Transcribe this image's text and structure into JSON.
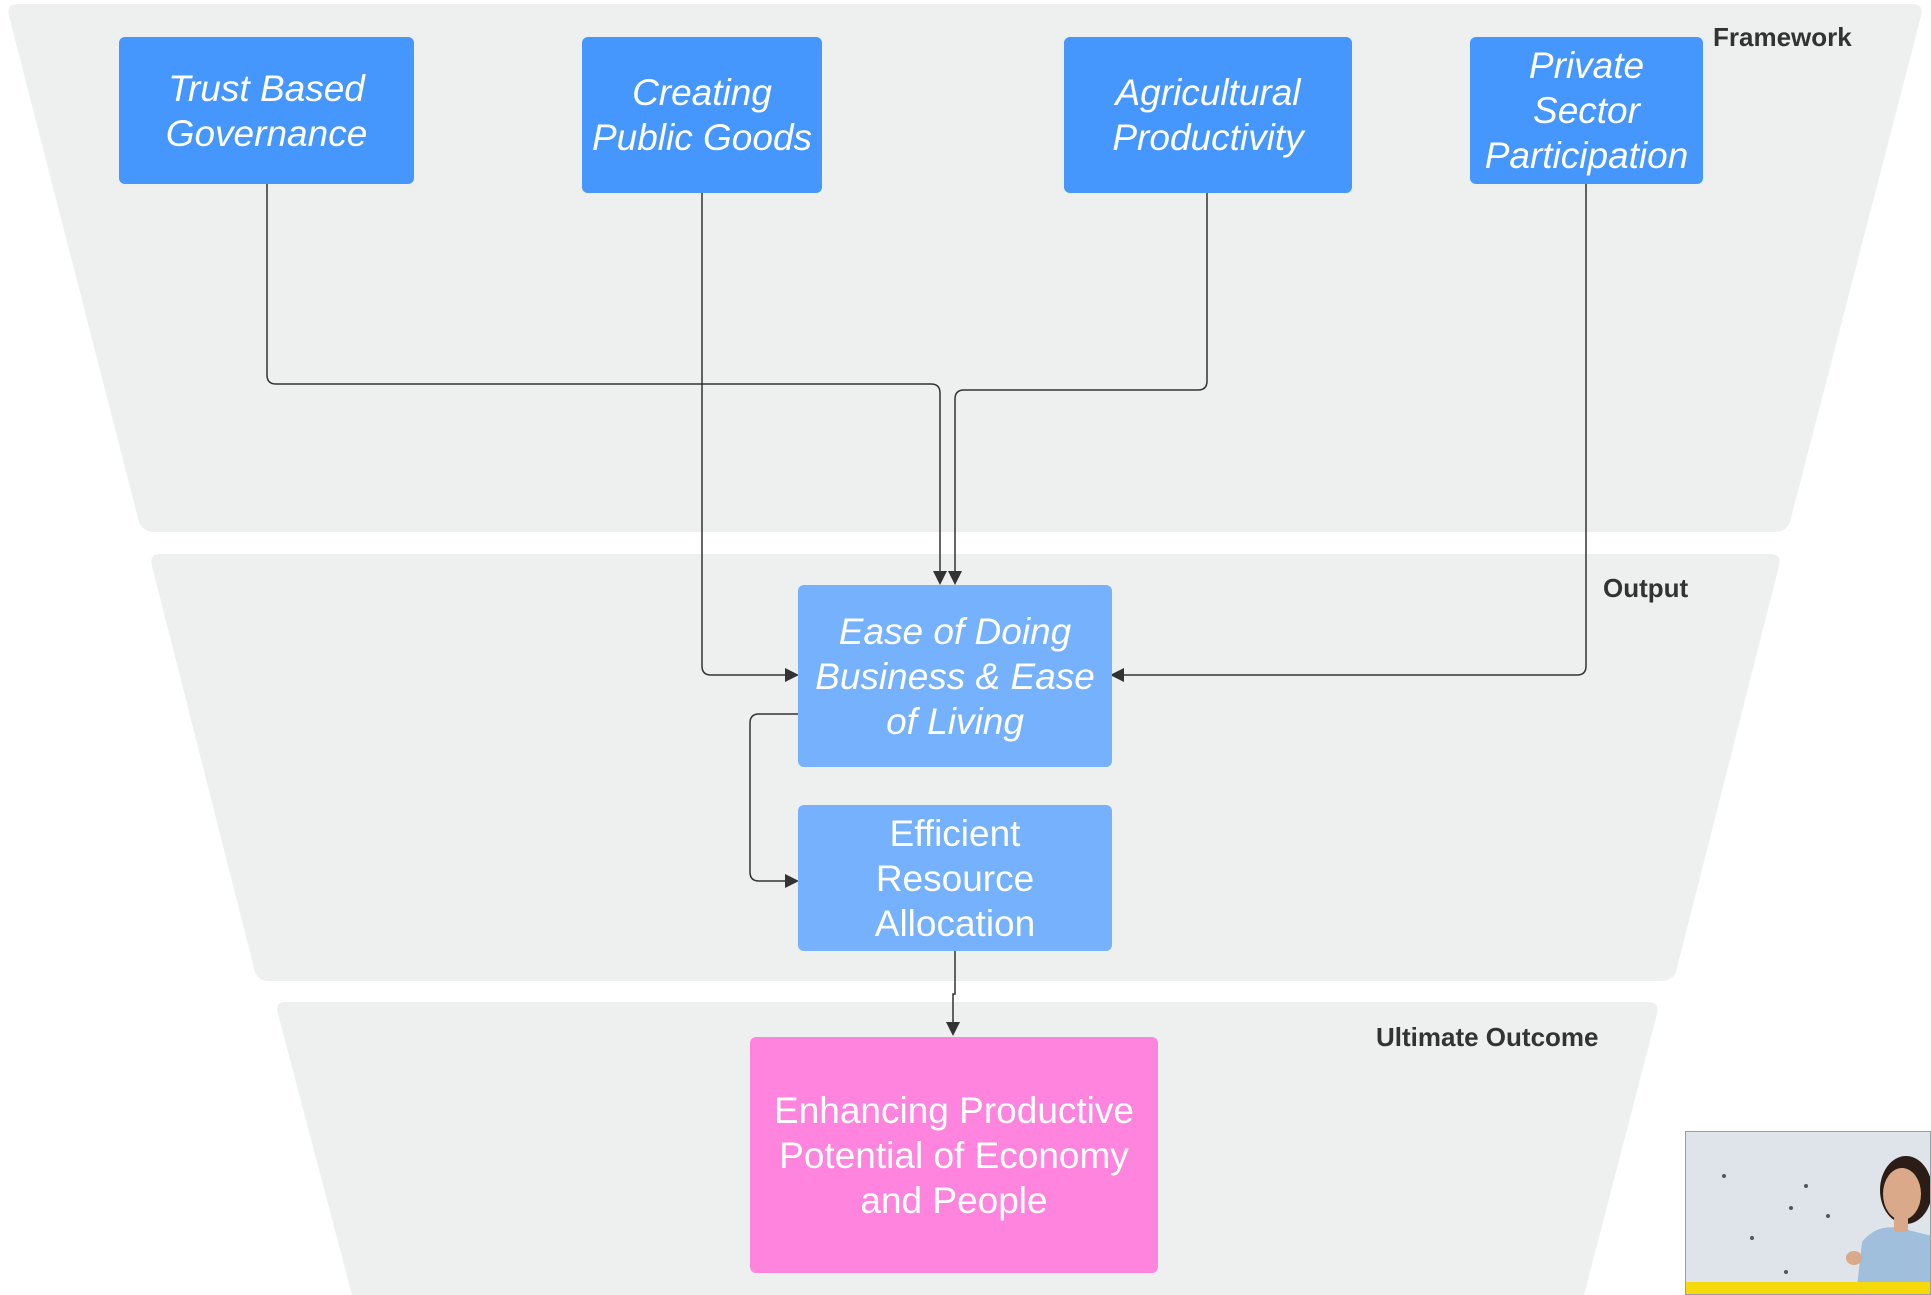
{
  "colors": {
    "zone_fill": "#eeefef",
    "framework_box": "#4596fd",
    "output_box": "#75b1fc",
    "outcome_box": "#fe84de",
    "connector": "#333333",
    "label_text": "#333333"
  },
  "zones": {
    "framework": {
      "label": "Framework"
    },
    "output": {
      "label": "Output"
    },
    "outcome": {
      "label": "Ultimate Outcome"
    }
  },
  "nodes": {
    "trust_governance": "Trust Based\nGovernance",
    "public_goods": "Creating\nPublic Goods",
    "agri_productivity": "Agricultural\nProductivity",
    "private_sector": "Private\nSector\nParticipation",
    "ease_of_business": "Ease of Doing\nBusiness & Ease\nof Living",
    "resource_allocation": "Efficient\nResource\nAllocation",
    "productive_potential": "Enhancing Productive\nPotential of Economy\nand People"
  },
  "presenter_video": {
    "icon": "presenter-thumbnail-icon"
  }
}
